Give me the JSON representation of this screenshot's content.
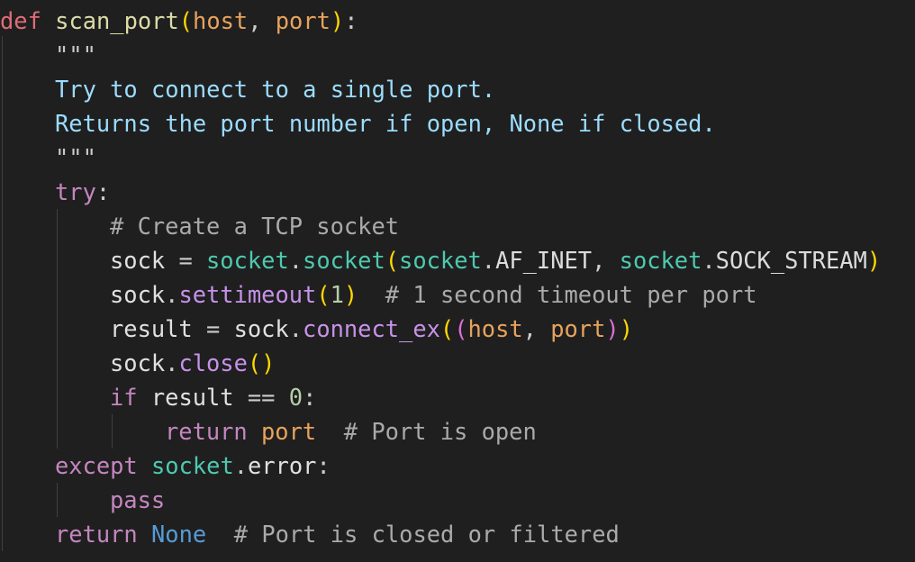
{
  "code": {
    "l1": {
      "kw": "def",
      "fn": "scan_port",
      "p1": "host",
      "p2": "port"
    },
    "l2": {
      "quote": "\"\"\""
    },
    "l3": {
      "text": "Try to connect to a single port."
    },
    "l4": {
      "text": "Returns the port number if open, None if closed."
    },
    "l5": {
      "quote": "\"\"\""
    },
    "l6": {
      "kw": "try"
    },
    "l7": {
      "comment": "# Create a TCP socket"
    },
    "l8": {
      "var": "sock",
      "mod": "socket",
      "fn": "socket",
      "arg1_mod": "socket",
      "arg1": "AF_INET",
      "arg2_mod": "socket",
      "arg2": "SOCK_STREAM"
    },
    "l9": {
      "var": "sock",
      "fn": "settimeout",
      "num": "1",
      "comment": "# 1 second timeout per port"
    },
    "l10": {
      "var": "result",
      "obj": "sock",
      "fn": "connect_ex",
      "p1": "host",
      "p2": "port"
    },
    "l11": {
      "var": "sock",
      "fn": "close"
    },
    "l12": {
      "kw": "if",
      "var": "result",
      "op": "==",
      "num": "0"
    },
    "l13": {
      "kw": "return",
      "var": "port",
      "comment": "# Port is open"
    },
    "l14": {
      "kw": "except",
      "mod": "socket",
      "attr": "error"
    },
    "l15": {
      "kw": "pass"
    },
    "l16": {
      "kw": "return",
      "val": "None",
      "comment": "# Port is closed or filtered"
    }
  },
  "colors": {
    "background": "#1f1f1f",
    "def_keyword": "#e06c75",
    "keyword": "#c586c0",
    "function": "#dcdcaa",
    "parameter": "#e8a35c",
    "docstring": "#9cdcfe",
    "module": "#4ec9b0",
    "method": "#c792ea",
    "number": "#b5cea8",
    "comment": "#aaaaaa",
    "none_constant": "#569cd6"
  }
}
